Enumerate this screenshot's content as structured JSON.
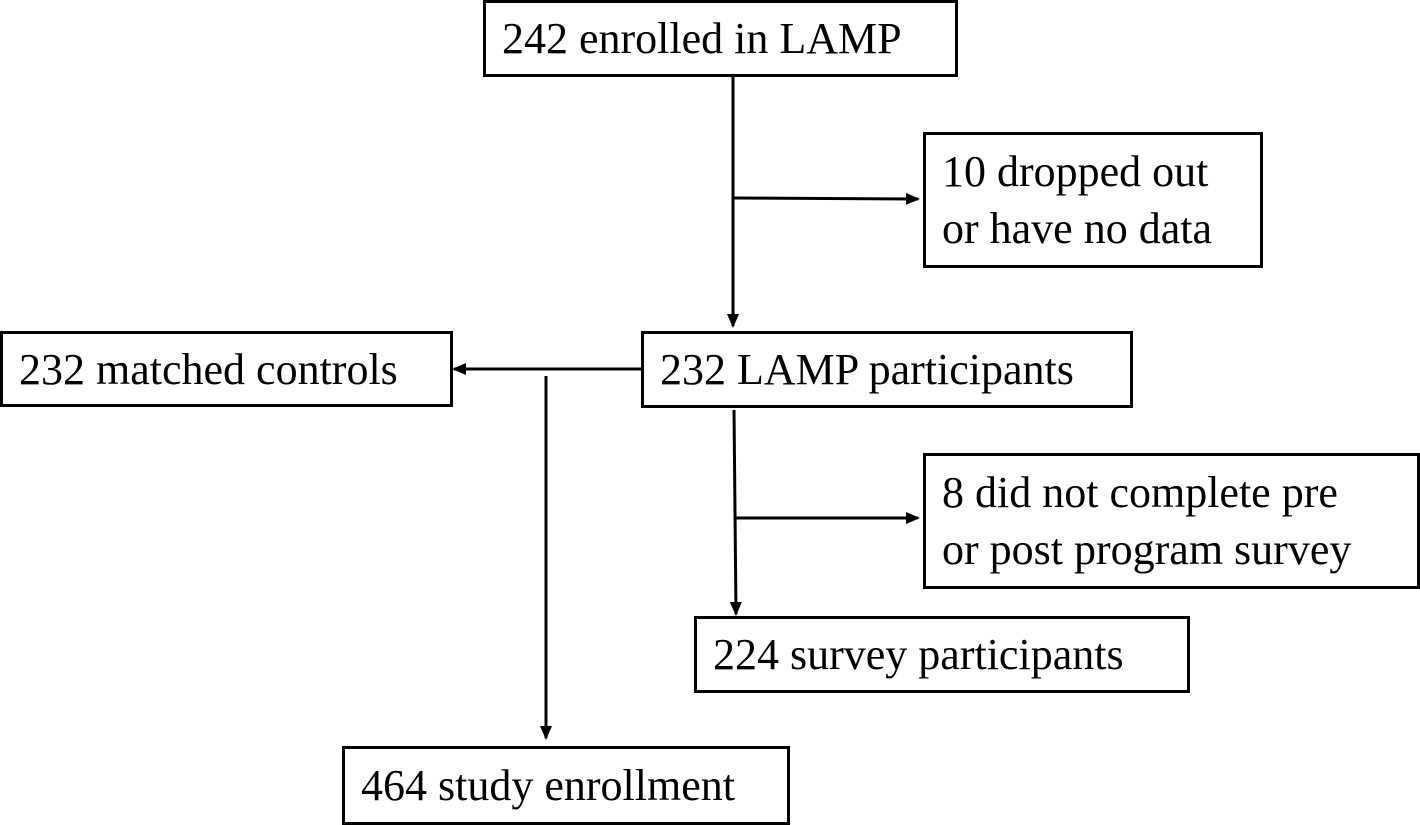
{
  "flowchart": {
    "enrolled": {
      "text": "242 enrolled in LAMP"
    },
    "dropped": {
      "lines": [
        "10 dropped out",
        "or have no data"
      ]
    },
    "participants": {
      "text": "232 LAMP participants"
    },
    "controls": {
      "text": "232 matched controls"
    },
    "incomplete": {
      "lines": [
        "8 did not complete pre",
        "or post program survey"
      ]
    },
    "survey": {
      "text": "224 survey participants"
    },
    "study": {
      "text": "464 study enrollment"
    }
  },
  "colors": {
    "stroke": "#000000",
    "background": "#ffffff"
  }
}
